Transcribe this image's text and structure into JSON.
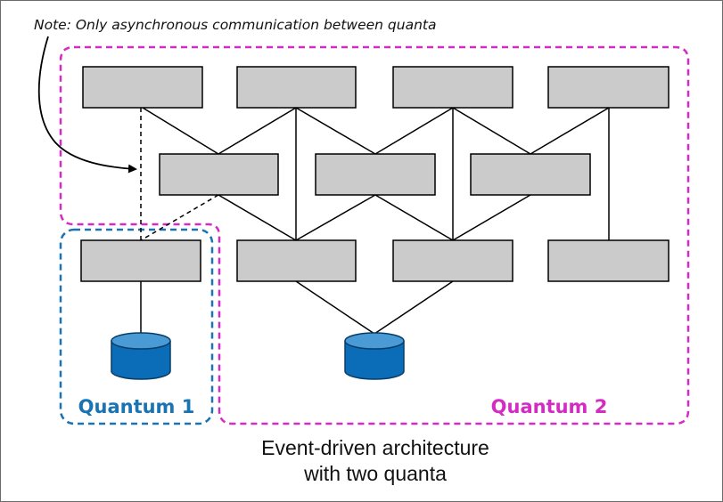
{
  "note": "Note: Only asynchronous communication between quanta",
  "quantum1": {
    "label": "Quantum 1",
    "color": "#1a73b3"
  },
  "quantum2": {
    "label": "Quantum 2",
    "color": "#d42bc4"
  },
  "caption": {
    "line1": "Event-driven architecture",
    "line2": "with two quanta"
  },
  "colors": {
    "box_fill": "#cbcbcb",
    "db_fill": "#0b6db8",
    "db_top": "#4a9ad6"
  }
}
